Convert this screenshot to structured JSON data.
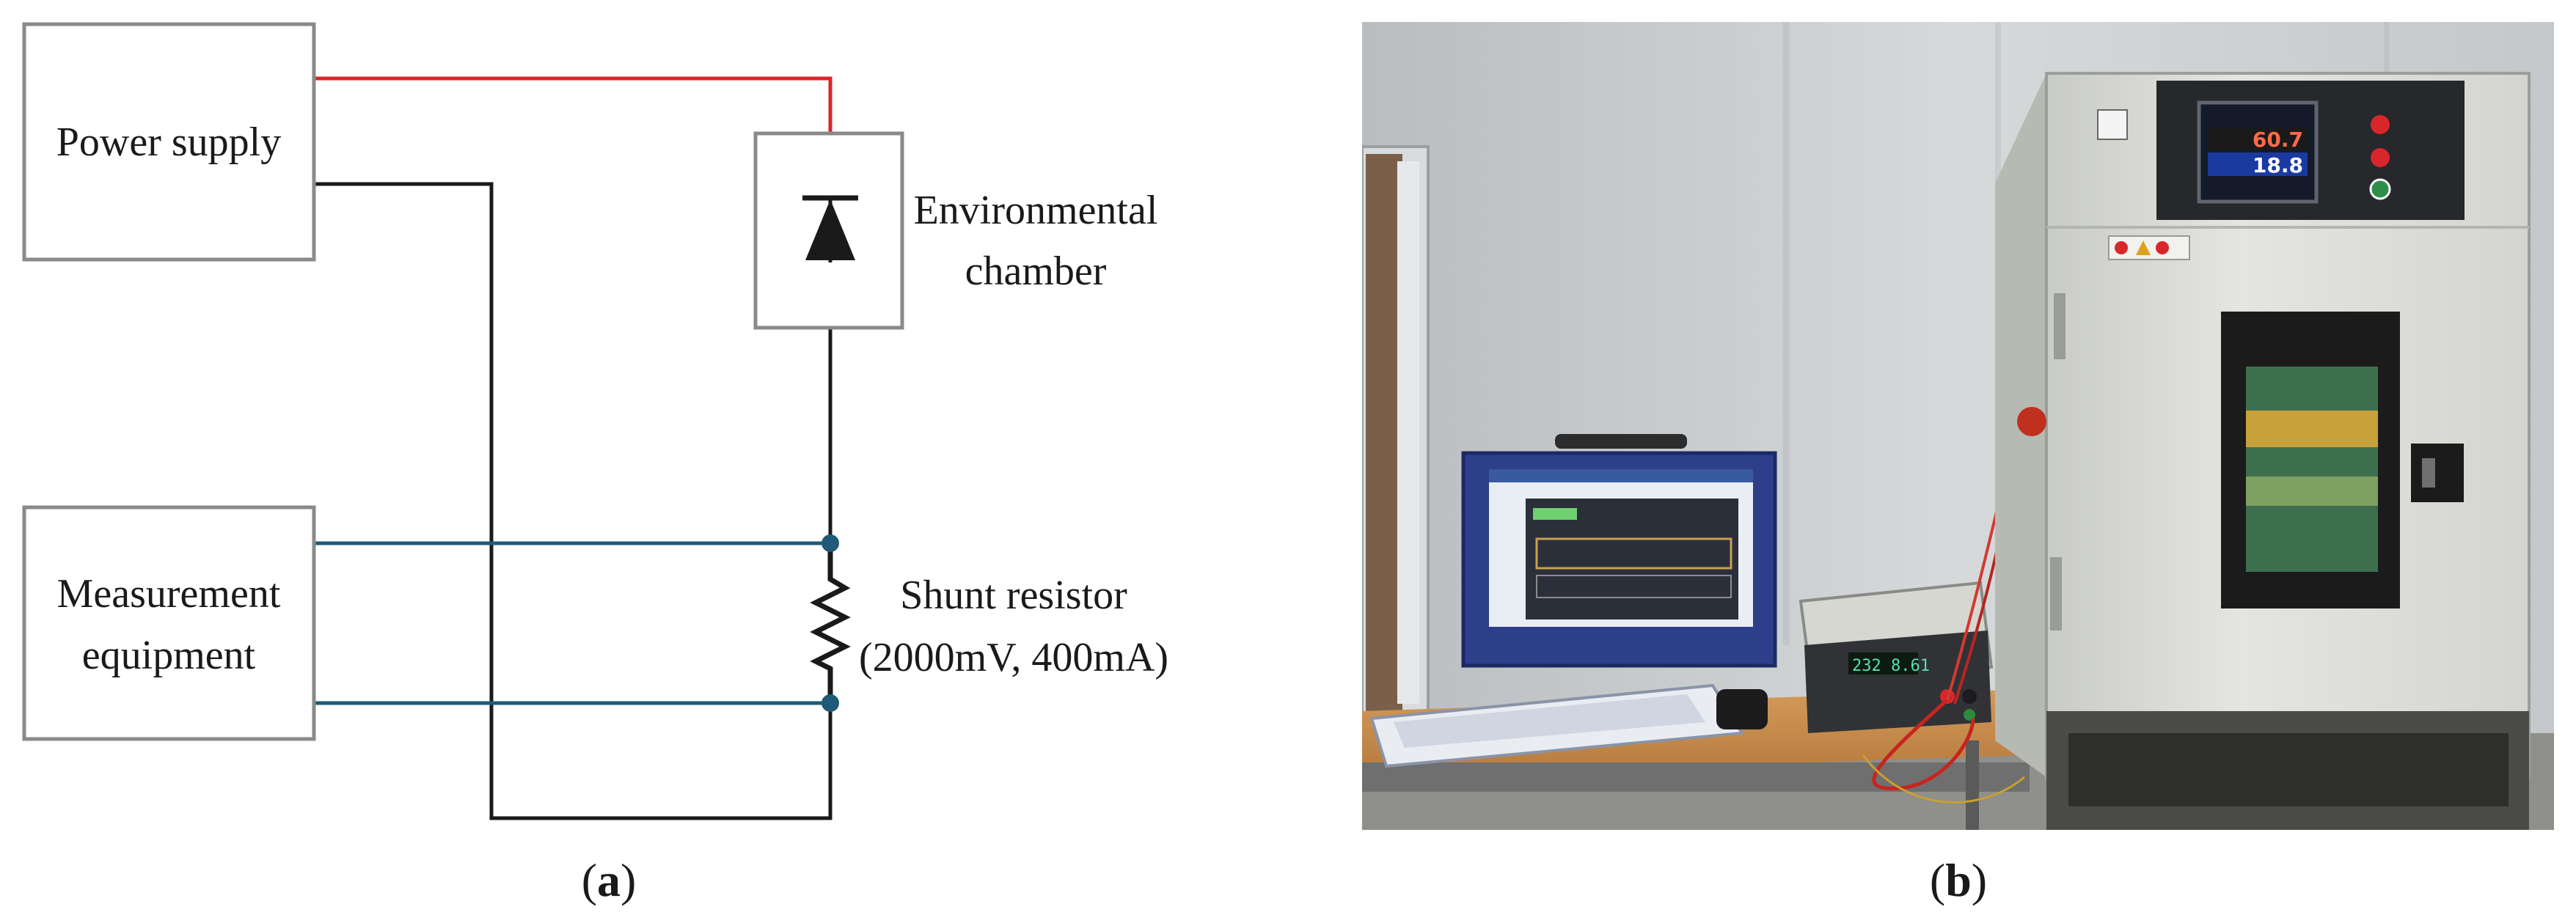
{
  "panel_a": {
    "blocks": {
      "power_supply": "Power supply",
      "measurement_line1": "Measurement",
      "measurement_line2": "equipment",
      "chamber_line1": "Environmental",
      "chamber_line2": "chamber",
      "shunt_line1": "Shunt resistor",
      "shunt_line2": "(2000mV, 400mA)"
    },
    "caption": {
      "open": "(",
      "letter": "a",
      "close": ")"
    }
  },
  "panel_b": {
    "screen": {
      "temp_pv": "60.7",
      "temp_sv": "18.8"
    },
    "caption": {
      "open": "(",
      "letter": "b",
      "close": ")"
    }
  },
  "colors": {
    "positive_wire": "#d9262b",
    "ground_wire": "#1a1a1a",
    "sense_wire": "#1f5a77",
    "box_border": "#8a8a8a"
  },
  "icons": [
    "diode-symbol",
    "resistor-zigzag",
    "junction-dot"
  ]
}
